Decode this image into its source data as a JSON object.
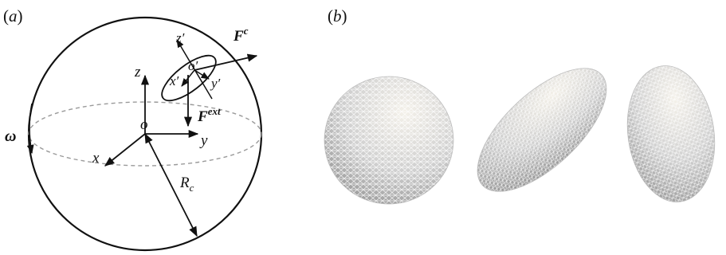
{
  "panel_a": {
    "label_open": "(",
    "label_letter": "a",
    "label_close": ")",
    "labels": {
      "omega": "ω",
      "z": "z",
      "o": "o",
      "x": "x",
      "y": "y",
      "rc_base": "R",
      "rc_sub": "c",
      "z_prime": "z′",
      "o_prime": "o′",
      "x_prime": "x′",
      "y_prime": "y′",
      "fc_base": "F",
      "fc_sup": "c",
      "fext_base": "F",
      "fext_sup": "ext"
    }
  },
  "panel_b": {
    "label_open": "(",
    "label_letter": "b",
    "label_close": ")",
    "shapes": [
      "sphere",
      "prolate-ellipsoid",
      "oblate-ellipsoid"
    ]
  },
  "colors": {
    "line": "#111111",
    "dashed": "#9a9a9a",
    "mesh_fill": "#d9d9d9"
  }
}
